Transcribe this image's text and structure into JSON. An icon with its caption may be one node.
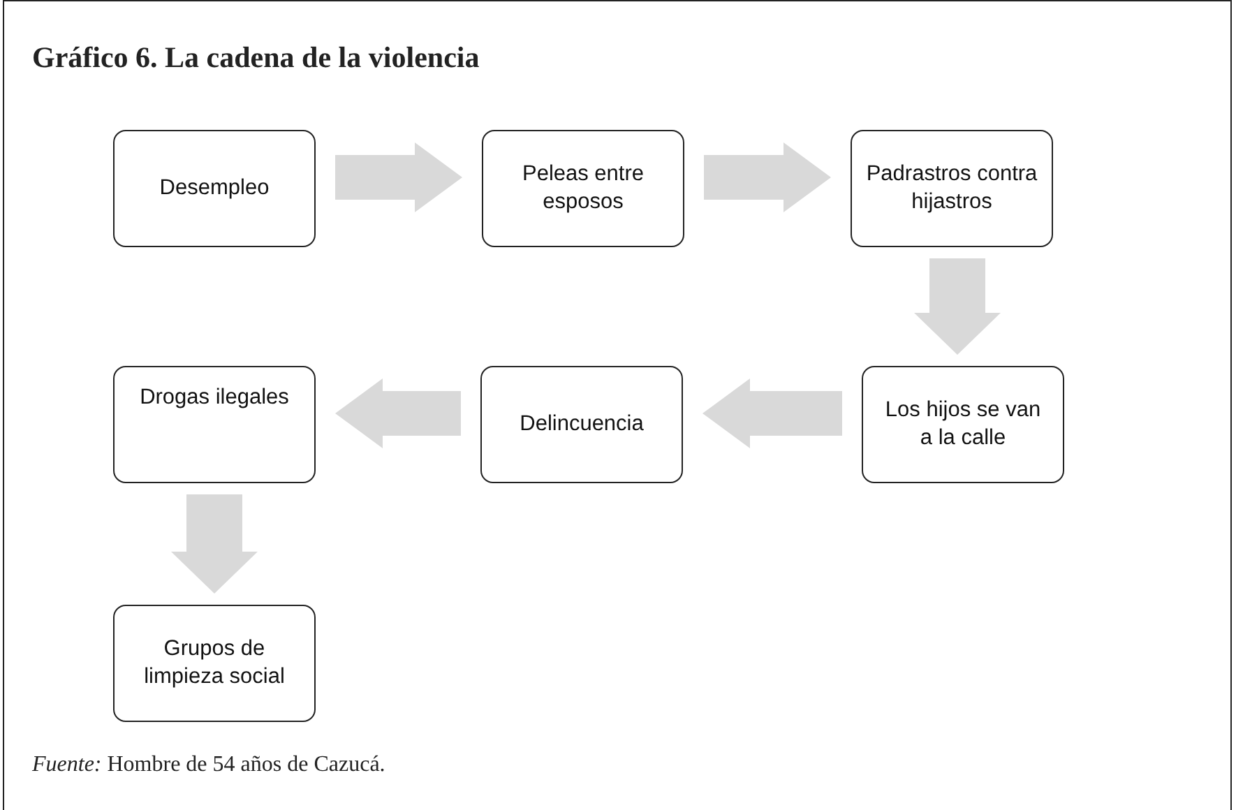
{
  "diagram": {
    "title": "Gráfico 6. La cadena de la violencia",
    "caption": "*Fuente:* Hombre de 54 años de Cazucá.",
    "nodes": [
      {
        "text": [
          "Desempleo"
        ]
      },
      {
        "text": [
          "Peleas entre esposos"
        ]
      },
      {
        "text": [
          "Padrastros contra hijastros"
        ]
      },
      {
        "text": [
          "Drogas ilegales"
        ]
      },
      {
        "text": [
          "Delincuencia"
        ]
      },
      {
        "text": [
          "Los hijos se van a la calle"
        ]
      },
      {
        "text": [
          "Grupos de limpieza social"
        ]
      }
    ],
    "edges": [
      {
        "from": 0,
        "to": 1,
        "arrow": "to"
      },
      {
        "from": 1,
        "to": 2,
        "arrow": "to"
      },
      {
        "from": 2,
        "to": 5,
        "arrow": "to"
      },
      {
        "from": 5,
        "to": 4,
        "arrow": "to"
      },
      {
        "from": 4,
        "to": 3,
        "arrow": "to"
      },
      {
        "from": 3,
        "to": 6,
        "arrow": "to"
      }
    ]
  }
}
